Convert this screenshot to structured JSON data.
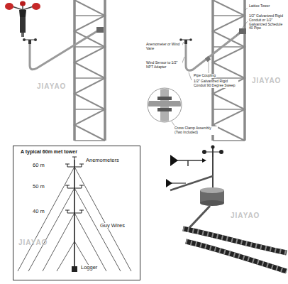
{
  "diagram": {
    "nodes": [
      {
        "text": [
          "A typical 60m met tower"
        ]
      }
    ],
    "labels": [
      "JIAYAO",
      "Lattice Tower",
      "1/2\" Galvanized Rigid Conduit or 1/2\" Galvanized Schedule 40 Pipe",
      "Anemometer or Wind Vane",
      "Wind Sensor to 1/2\" NPT Adapter",
      "JIAYAO",
      "Pipe Coupling",
      "1/2\" Galvanized Rigid Conduit 90 Degree Sweep",
      "Cross Clamp Assembly (Two Included)",
      "60 m",
      "Anemometers",
      "50 m",
      "40 m",
      "Guy Wires",
      "JIAYAO",
      "Logger",
      "JIAYAO"
    ]
  }
}
